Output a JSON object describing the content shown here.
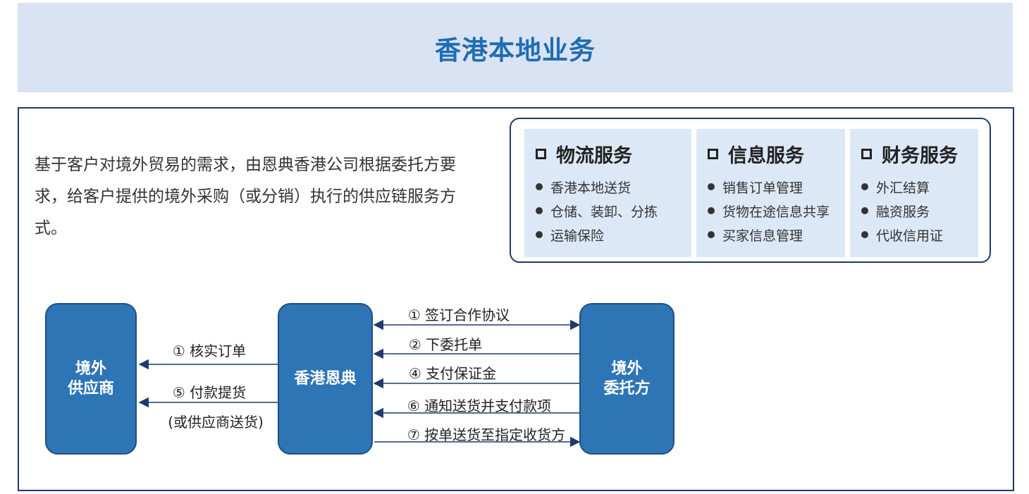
{
  "title": "香港本地业务",
  "intro": "基于客户对境外贸易的需求，由恩典香港公司根据委托方要求，给客户提供的境外采购（或分销）执行的供应链服务方式。",
  "services": [
    {
      "title": "物流服务",
      "items": [
        "香港本地送货",
        "仓储、装卸、分拣",
        "运输保险"
      ]
    },
    {
      "title": "信息服务",
      "items": [
        "销售订单管理",
        "货物在途信息共享",
        "买家信息管理"
      ]
    },
    {
      "title": "财务服务",
      "items": [
        "外汇结算",
        "融资服务",
        "代收信用证"
      ]
    }
  ],
  "nodes": {
    "supplier": "境外\n供应商",
    "hub": "香港恩典",
    "client": "境外\n委托方"
  },
  "left_flows": [
    {
      "label": "① 核实订单",
      "direction": "to-supplier"
    },
    {
      "label": "⑤ 付款提货",
      "sublabel": "(或供应商送货)",
      "direction": "to-supplier"
    }
  ],
  "right_flows": [
    {
      "label": "① 签订合作协议",
      "direction": "both"
    },
    {
      "label": "② 下委托单",
      "direction": "to-hub"
    },
    {
      "label": "④ 支付保证金",
      "direction": "to-hub"
    },
    {
      "label": "⑥ 通知送货并支付款项",
      "direction": "to-hub"
    },
    {
      "label": "⑦ 按单送货至指定收货方",
      "direction": "to-client"
    }
  ],
  "colors": {
    "accent": "#1f6db3",
    "node": "#2e75b6",
    "border": "#1f3a6b",
    "banner": "#d9e3f3",
    "panel": "#dde8f6"
  }
}
